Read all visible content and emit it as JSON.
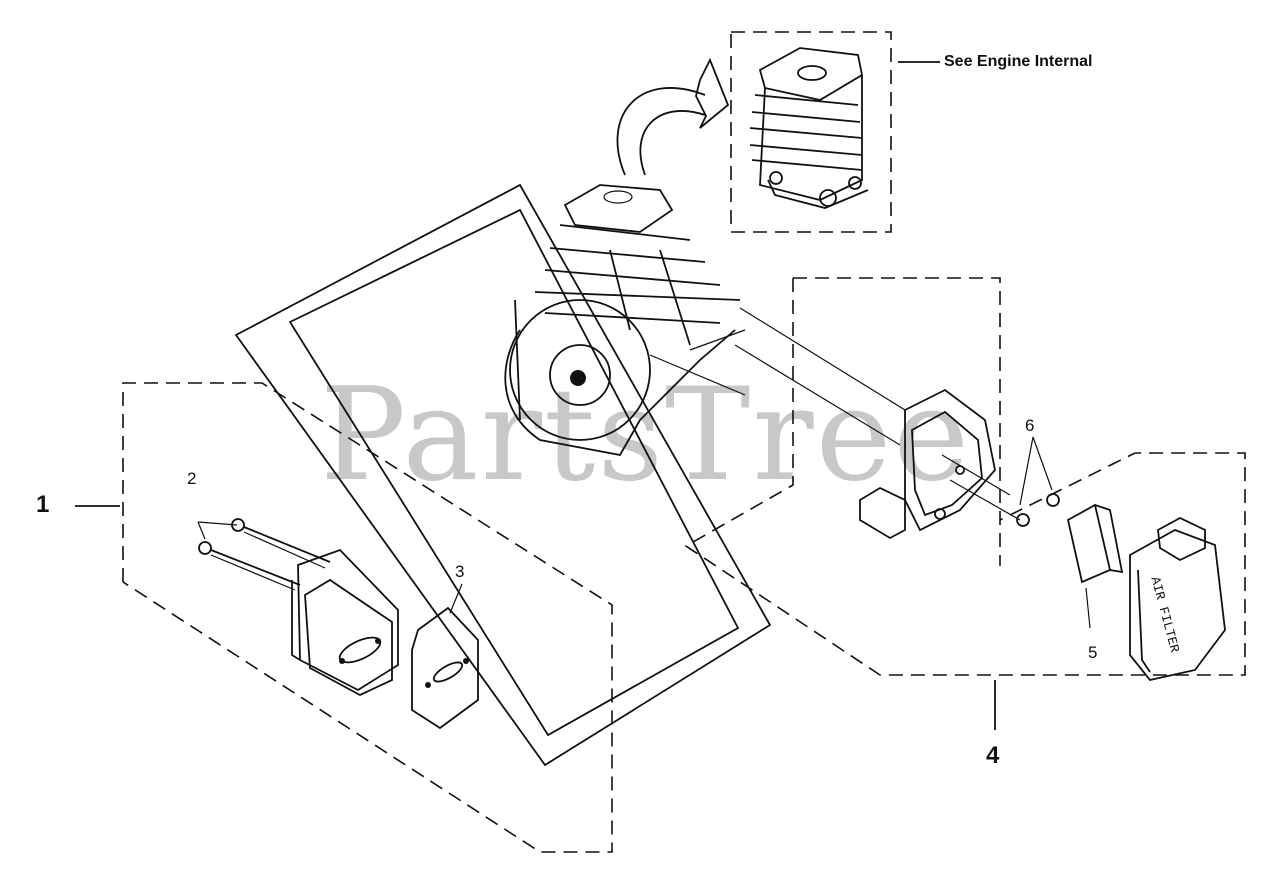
{
  "watermark": "PartsTree",
  "note": "See Engine Internal",
  "callouts": {
    "c1": "1",
    "c2": "2",
    "c3": "3",
    "c4": "4",
    "c5": "5",
    "c6": "6"
  },
  "air_filter_lettering": "AIR FILTER"
}
